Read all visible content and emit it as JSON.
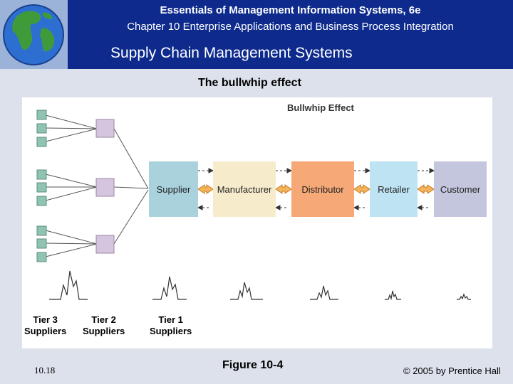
{
  "header": {
    "course_title": "Essentials of Management Information Systems, 6e",
    "chapter_title": "Chapter 10 Enterprise Applications and Business Process Integration",
    "slide_title": "Supply Chain Management Systems"
  },
  "subtitle": "The bullwhip effect",
  "figure": {
    "title": "Bullwhip Effect",
    "entities": [
      "Supplier",
      "Manufacturer",
      "Distributor",
      "Retailer",
      "Customer"
    ],
    "entity_colors": [
      "#a9d2dd",
      "#f6eccb",
      "#f6a877",
      "#bee3f3",
      "#c3c6dd"
    ],
    "tiers": [
      {
        "line1": "Tier 3",
        "line2": "Suppliers"
      },
      {
        "line1": "Tier 2",
        "line2": "Suppliers"
      },
      {
        "line1": "Tier 1",
        "line2": "Suppliers"
      }
    ]
  },
  "footer": {
    "slide_number": "10.18",
    "figure_label": "Figure 10-4",
    "copyright": "© 2005 by Prentice Hall"
  }
}
